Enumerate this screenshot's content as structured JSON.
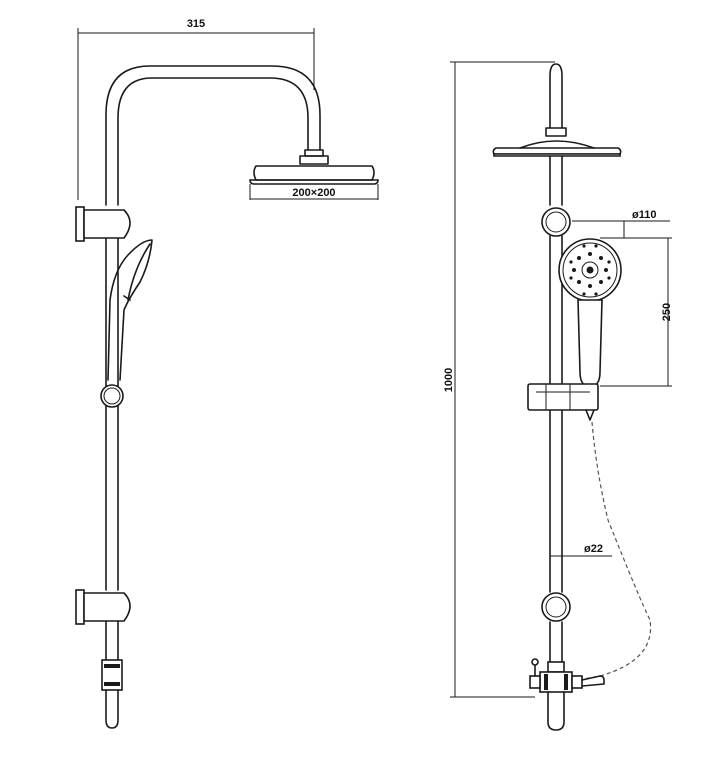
{
  "dimensions": {
    "arm_width": "315",
    "head_size": "200×200",
    "handshower_diameter": "ø110",
    "handshower_length": "250",
    "total_height": "1000",
    "rail_diameter": "ø22"
  }
}
